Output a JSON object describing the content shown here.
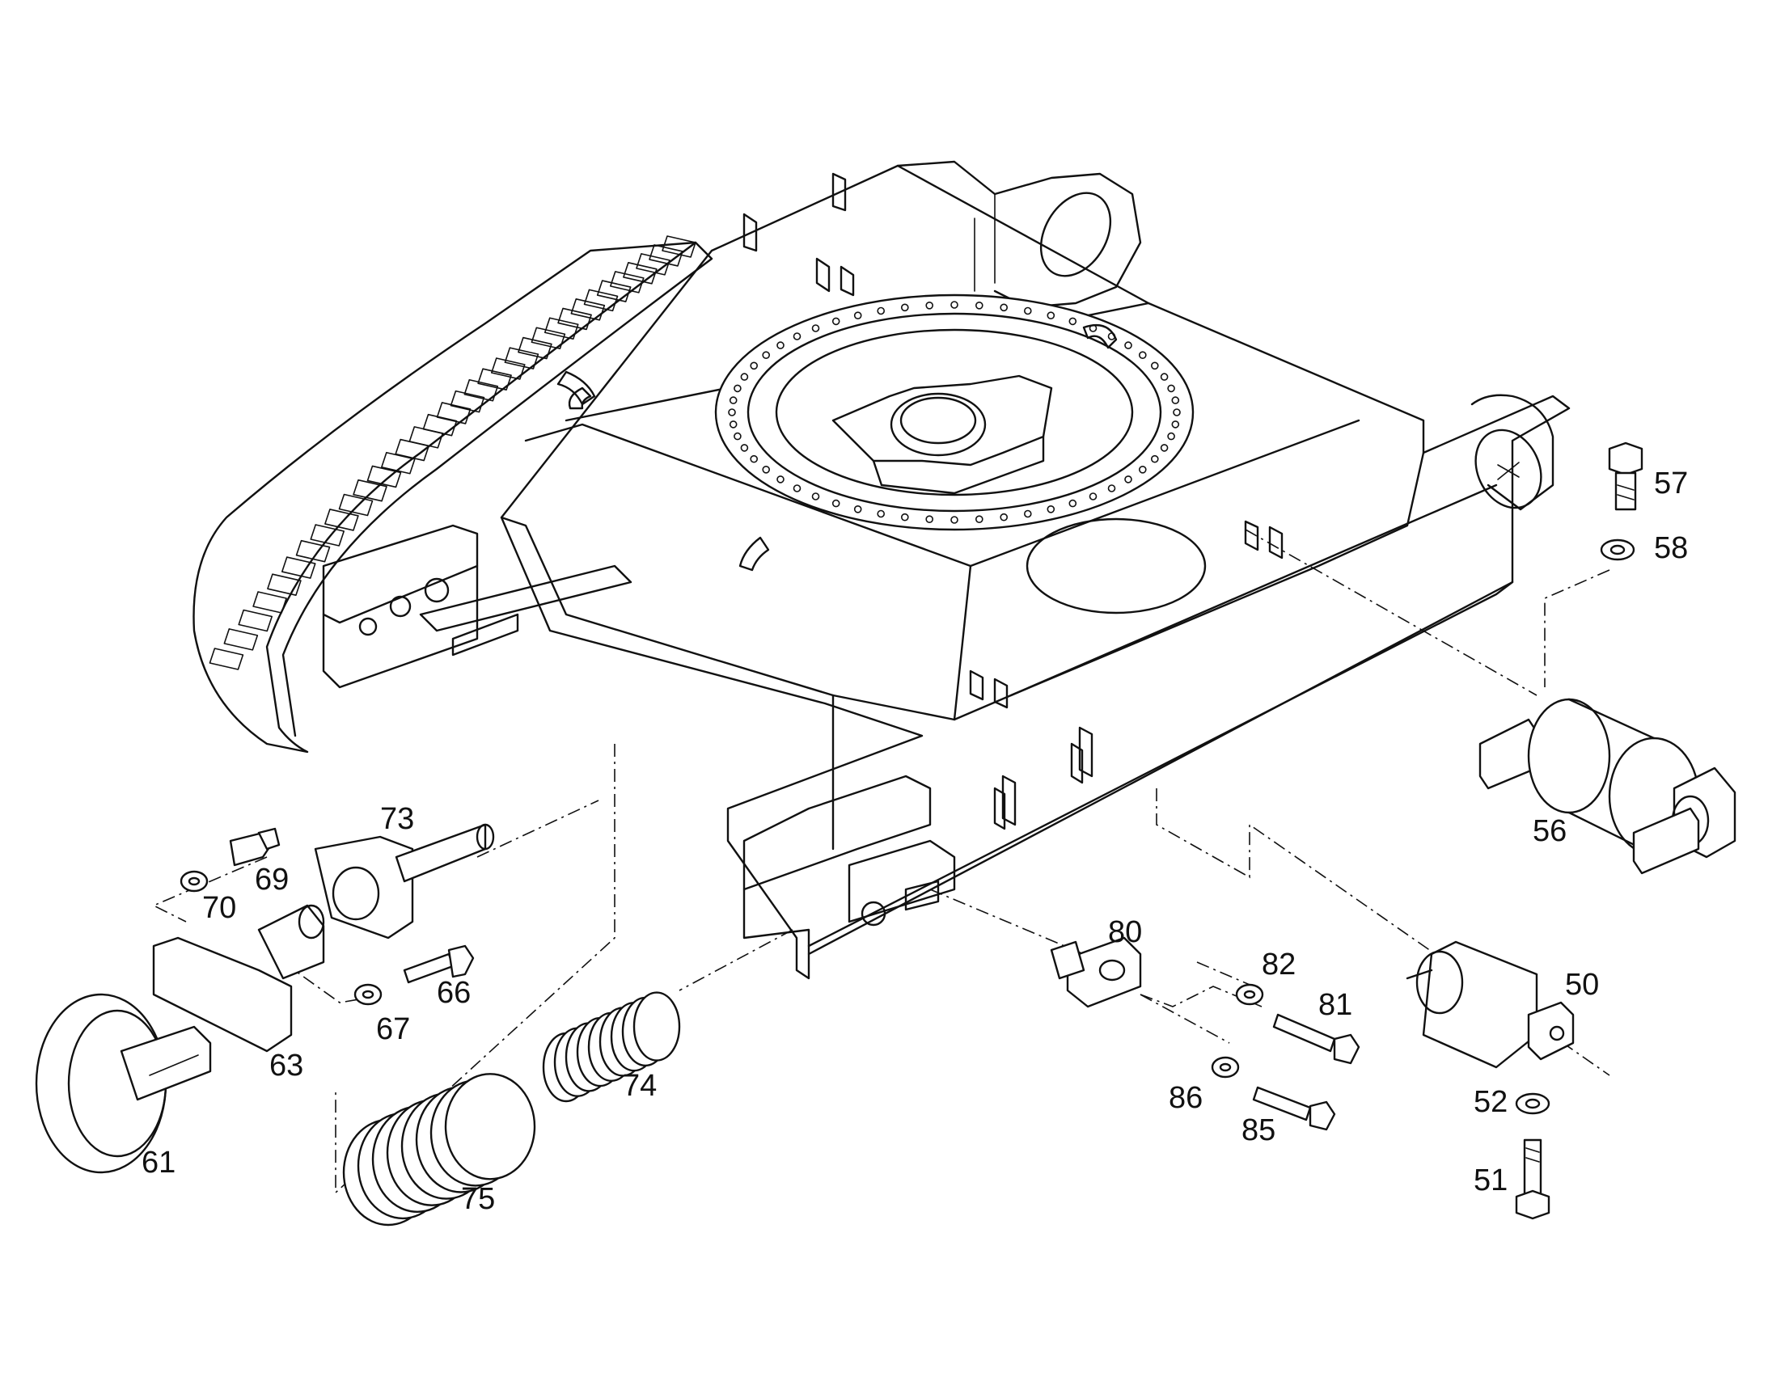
{
  "diagram": {
    "part_labels": {
      "p50": "50",
      "p51": "51",
      "p52": "52",
      "p56": "56",
      "p57": "57",
      "p58": "58",
      "p61": "61",
      "p63": "63",
      "p66": "66",
      "p67": "67",
      "p69": "69",
      "p70": "70",
      "p73": "73",
      "p74": "74",
      "p75": "75",
      "p80": "80",
      "p81": "81",
      "p82": "82",
      "p85": "85",
      "p86": "86"
    }
  }
}
